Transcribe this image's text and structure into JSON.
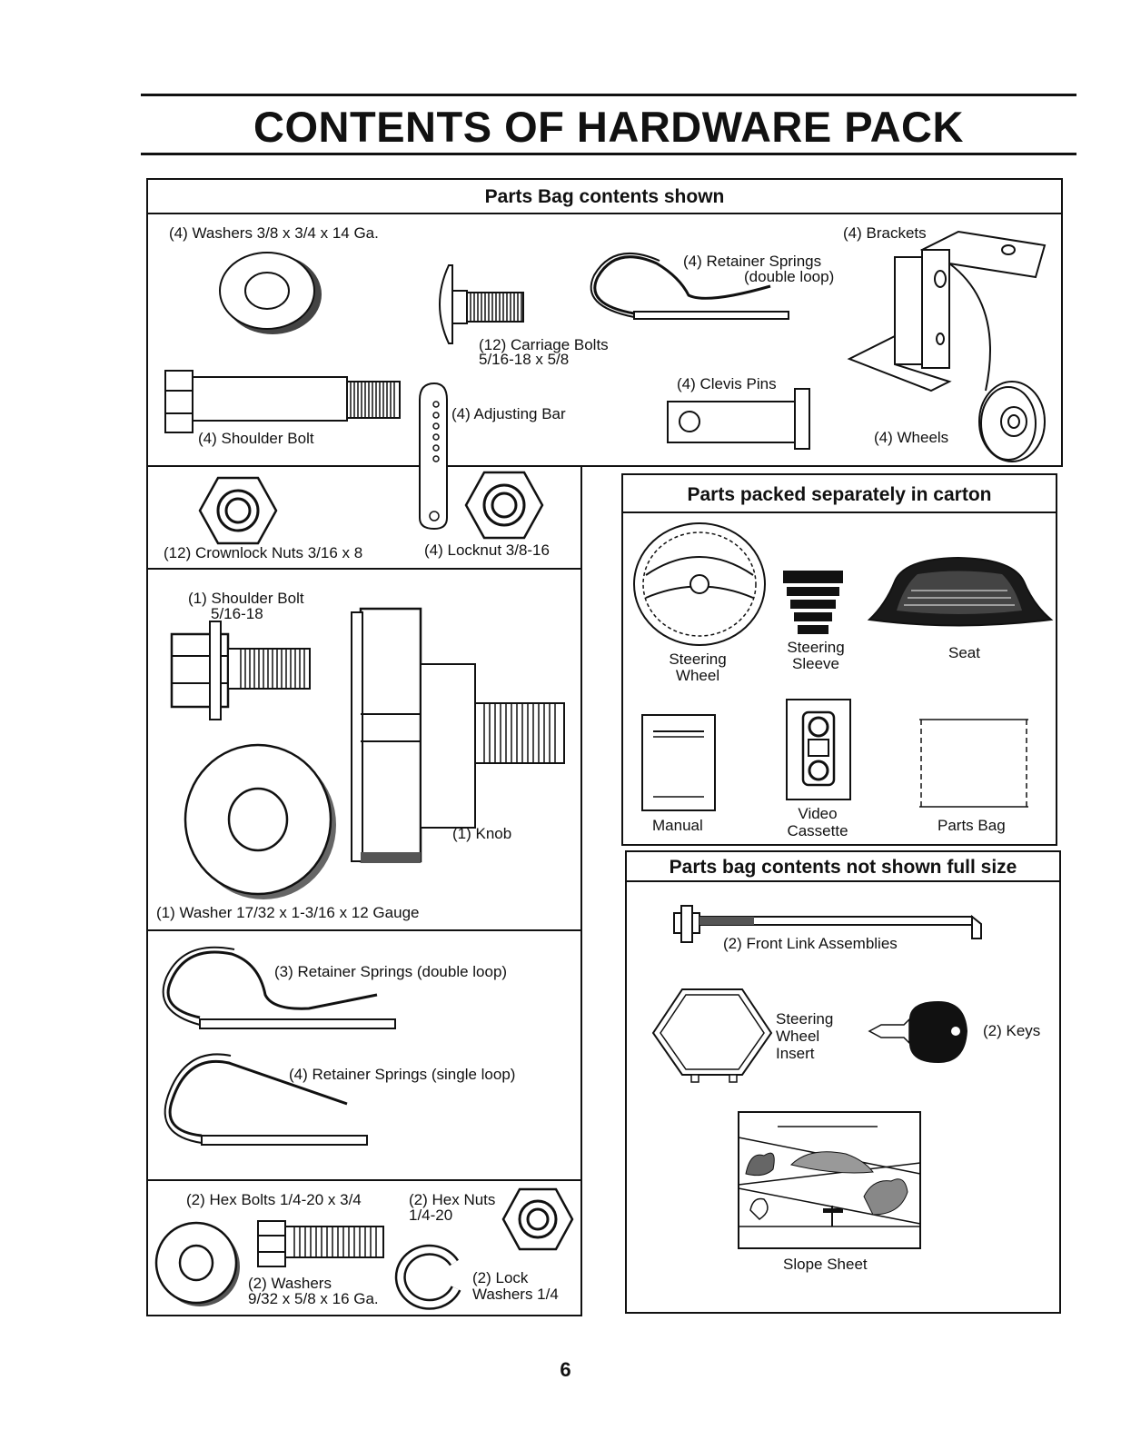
{
  "page": {
    "title": "CONTENTS OF HARDWARE PACK",
    "page_number": "6"
  },
  "parts_bag": {
    "header": "Parts Bag contents shown",
    "washers": "(4) Washers 3/8 x 3/4 x 14 Ga.",
    "carriage_bolts_1": "(12) Carriage Bolts",
    "carriage_bolts_2": "5/16-18 x 5/8",
    "retainer_springs_1": "(4)  Retainer Springs",
    "retainer_springs_2": "(double loop)",
    "brackets": "(4) Brackets",
    "shoulder_bolt": "(4) Shoulder Bolt",
    "adjusting_bar": "(4) Adjusting Bar",
    "clevis_pins": "(4) Clevis Pins",
    "wheels": "(4) Wheels",
    "crownlock_nuts": "(12) Crownlock Nuts  3/16 x 8",
    "locknut": "(4) Locknut  3/8-16"
  },
  "single_parts": {
    "shoulder_bolt_1": "(1) Shoulder Bolt",
    "shoulder_bolt_2": "5/16-18",
    "knob": "(1) Knob",
    "washer": "(1) Washer  17/32 x 1-3/16 x 12 Gauge"
  },
  "springs": {
    "double_loop": "(3)  Retainer Springs (double loop)",
    "single_loop": "(4)  Retainer Springs (single loop)"
  },
  "hex_parts": {
    "hex_bolts": "(2) Hex Bolts  1/4-20 x 3/4",
    "hex_nuts_1": "(2) Hex Nuts",
    "hex_nuts_2": "1/4-20",
    "washers_1": "(2) Washers",
    "washers_2": "9/32  x 5/8 x 16 Ga.",
    "lock_washers_1": "(2) Lock",
    "lock_washers_2": "Washers  1/4"
  },
  "carton": {
    "header": "Parts packed separately in carton",
    "steering_wheel_1": "Steering",
    "steering_wheel_2": "Wheel",
    "steering_sleeve_1": "Steering",
    "steering_sleeve_2": "Sleeve",
    "seat": "Seat",
    "manual": "Manual",
    "video_1": "Video",
    "video_2": "Cassette",
    "parts_bag": "Parts Bag"
  },
  "not_full_size": {
    "header": "Parts bag contents not shown full size",
    "front_link": "(2) Front Link Assemblies",
    "insert_1": "Steering",
    "insert_2": "Wheel",
    "insert_3": "Insert",
    "keys": "(2) Keys",
    "slope_sheet": "Slope Sheet"
  }
}
